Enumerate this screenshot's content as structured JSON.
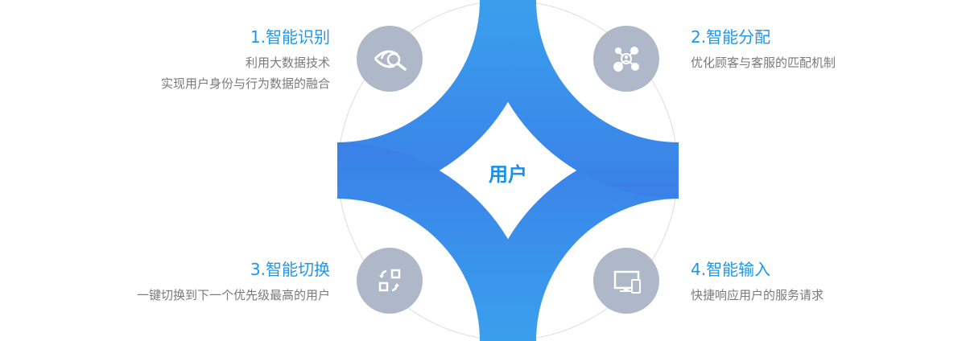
{
  "center": {
    "label": "用户"
  },
  "items": [
    {
      "title": "1.智能识别",
      "desc": [
        "利用大数据技术",
        "实现用户身份与行为数据的融合"
      ],
      "icon": "eye-search-icon"
    },
    {
      "title": "2.智能分配",
      "desc": [
        "优化顾客与客服的匹配机制"
      ],
      "icon": "network-user-icon"
    },
    {
      "title": "3.智能切换",
      "desc": [
        "一键切换到下一个优先级最高的用户"
      ],
      "icon": "switch-icon"
    },
    {
      "title": "4.智能输入",
      "desc": [
        "快捷响应用户的服务请求"
      ],
      "icon": "devices-icon"
    }
  ],
  "colors": {
    "band_light": "#3a9fec",
    "band_dark": "#3a7fe8",
    "icon_bg": "#aeb8c9",
    "title": "#1f97ea",
    "desc": "#7a7a7a"
  }
}
